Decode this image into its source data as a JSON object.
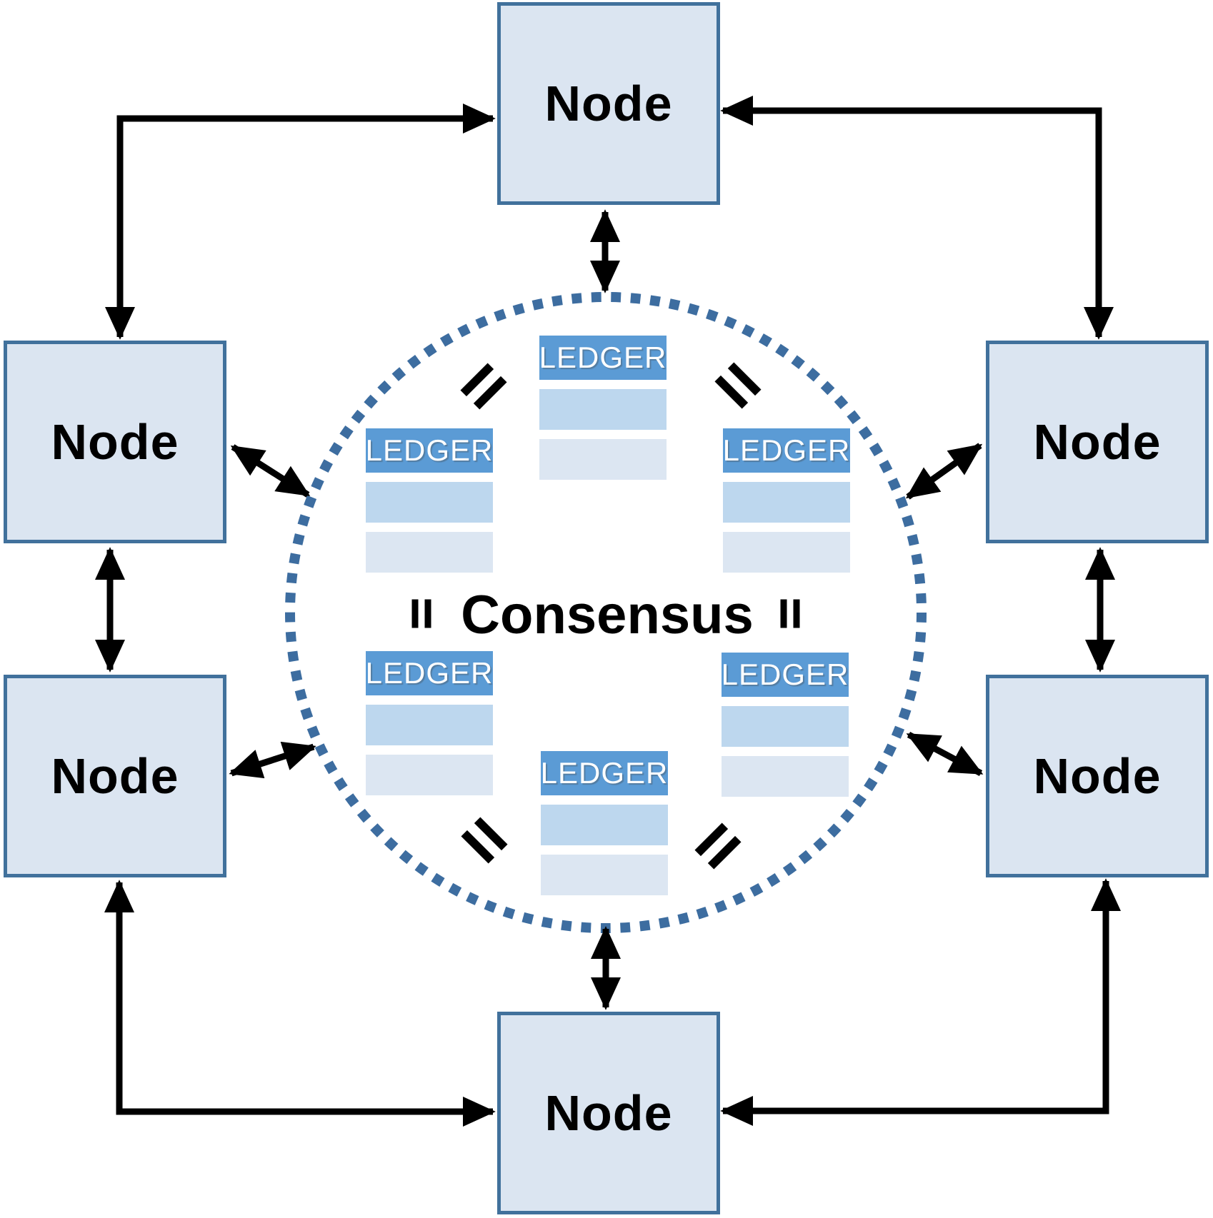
{
  "diagram": {
    "type": "blockchain-consensus-network",
    "consensus": {
      "label": "Consensus"
    }
  },
  "nodes": [
    {
      "id": "top",
      "label": "Node"
    },
    {
      "id": "upper-left",
      "label": "Node"
    },
    {
      "id": "upper-right",
      "label": "Node"
    },
    {
      "id": "lower-left",
      "label": "Node"
    },
    {
      "id": "lower-right",
      "label": "Node"
    },
    {
      "id": "bottom",
      "label": "Node"
    }
  ],
  "ledgers": [
    {
      "id": "top-center",
      "title": "LEDGER",
      "rows": 2
    },
    {
      "id": "upper-left",
      "title": "LEDGER",
      "rows": 2
    },
    {
      "id": "upper-right",
      "title": "LEDGER",
      "rows": 2
    },
    {
      "id": "lower-left",
      "title": "LEDGER",
      "rows": 2
    },
    {
      "id": "lower-right",
      "title": "LEDGER",
      "rows": 2
    },
    {
      "id": "bottom-center",
      "title": "LEDGER",
      "rows": 2
    }
  ],
  "equals_signs": [
    {
      "id": "upper-left"
    },
    {
      "id": "upper-right"
    },
    {
      "id": "mid-left"
    },
    {
      "id": "mid-right"
    },
    {
      "id": "lower-left"
    },
    {
      "id": "lower-right"
    }
  ],
  "colors": {
    "node_fill": "#dbe5f1",
    "node_border": "#41719c",
    "ledger_header": "#5b9bd5",
    "ledger_row_medium": "#bdd7ee",
    "ledger_row_light": "#dce6f2",
    "circle_dots": "#3d6da0",
    "arrows": "#000000",
    "text": "#000000",
    "ledger_text": "#ffffff"
  }
}
